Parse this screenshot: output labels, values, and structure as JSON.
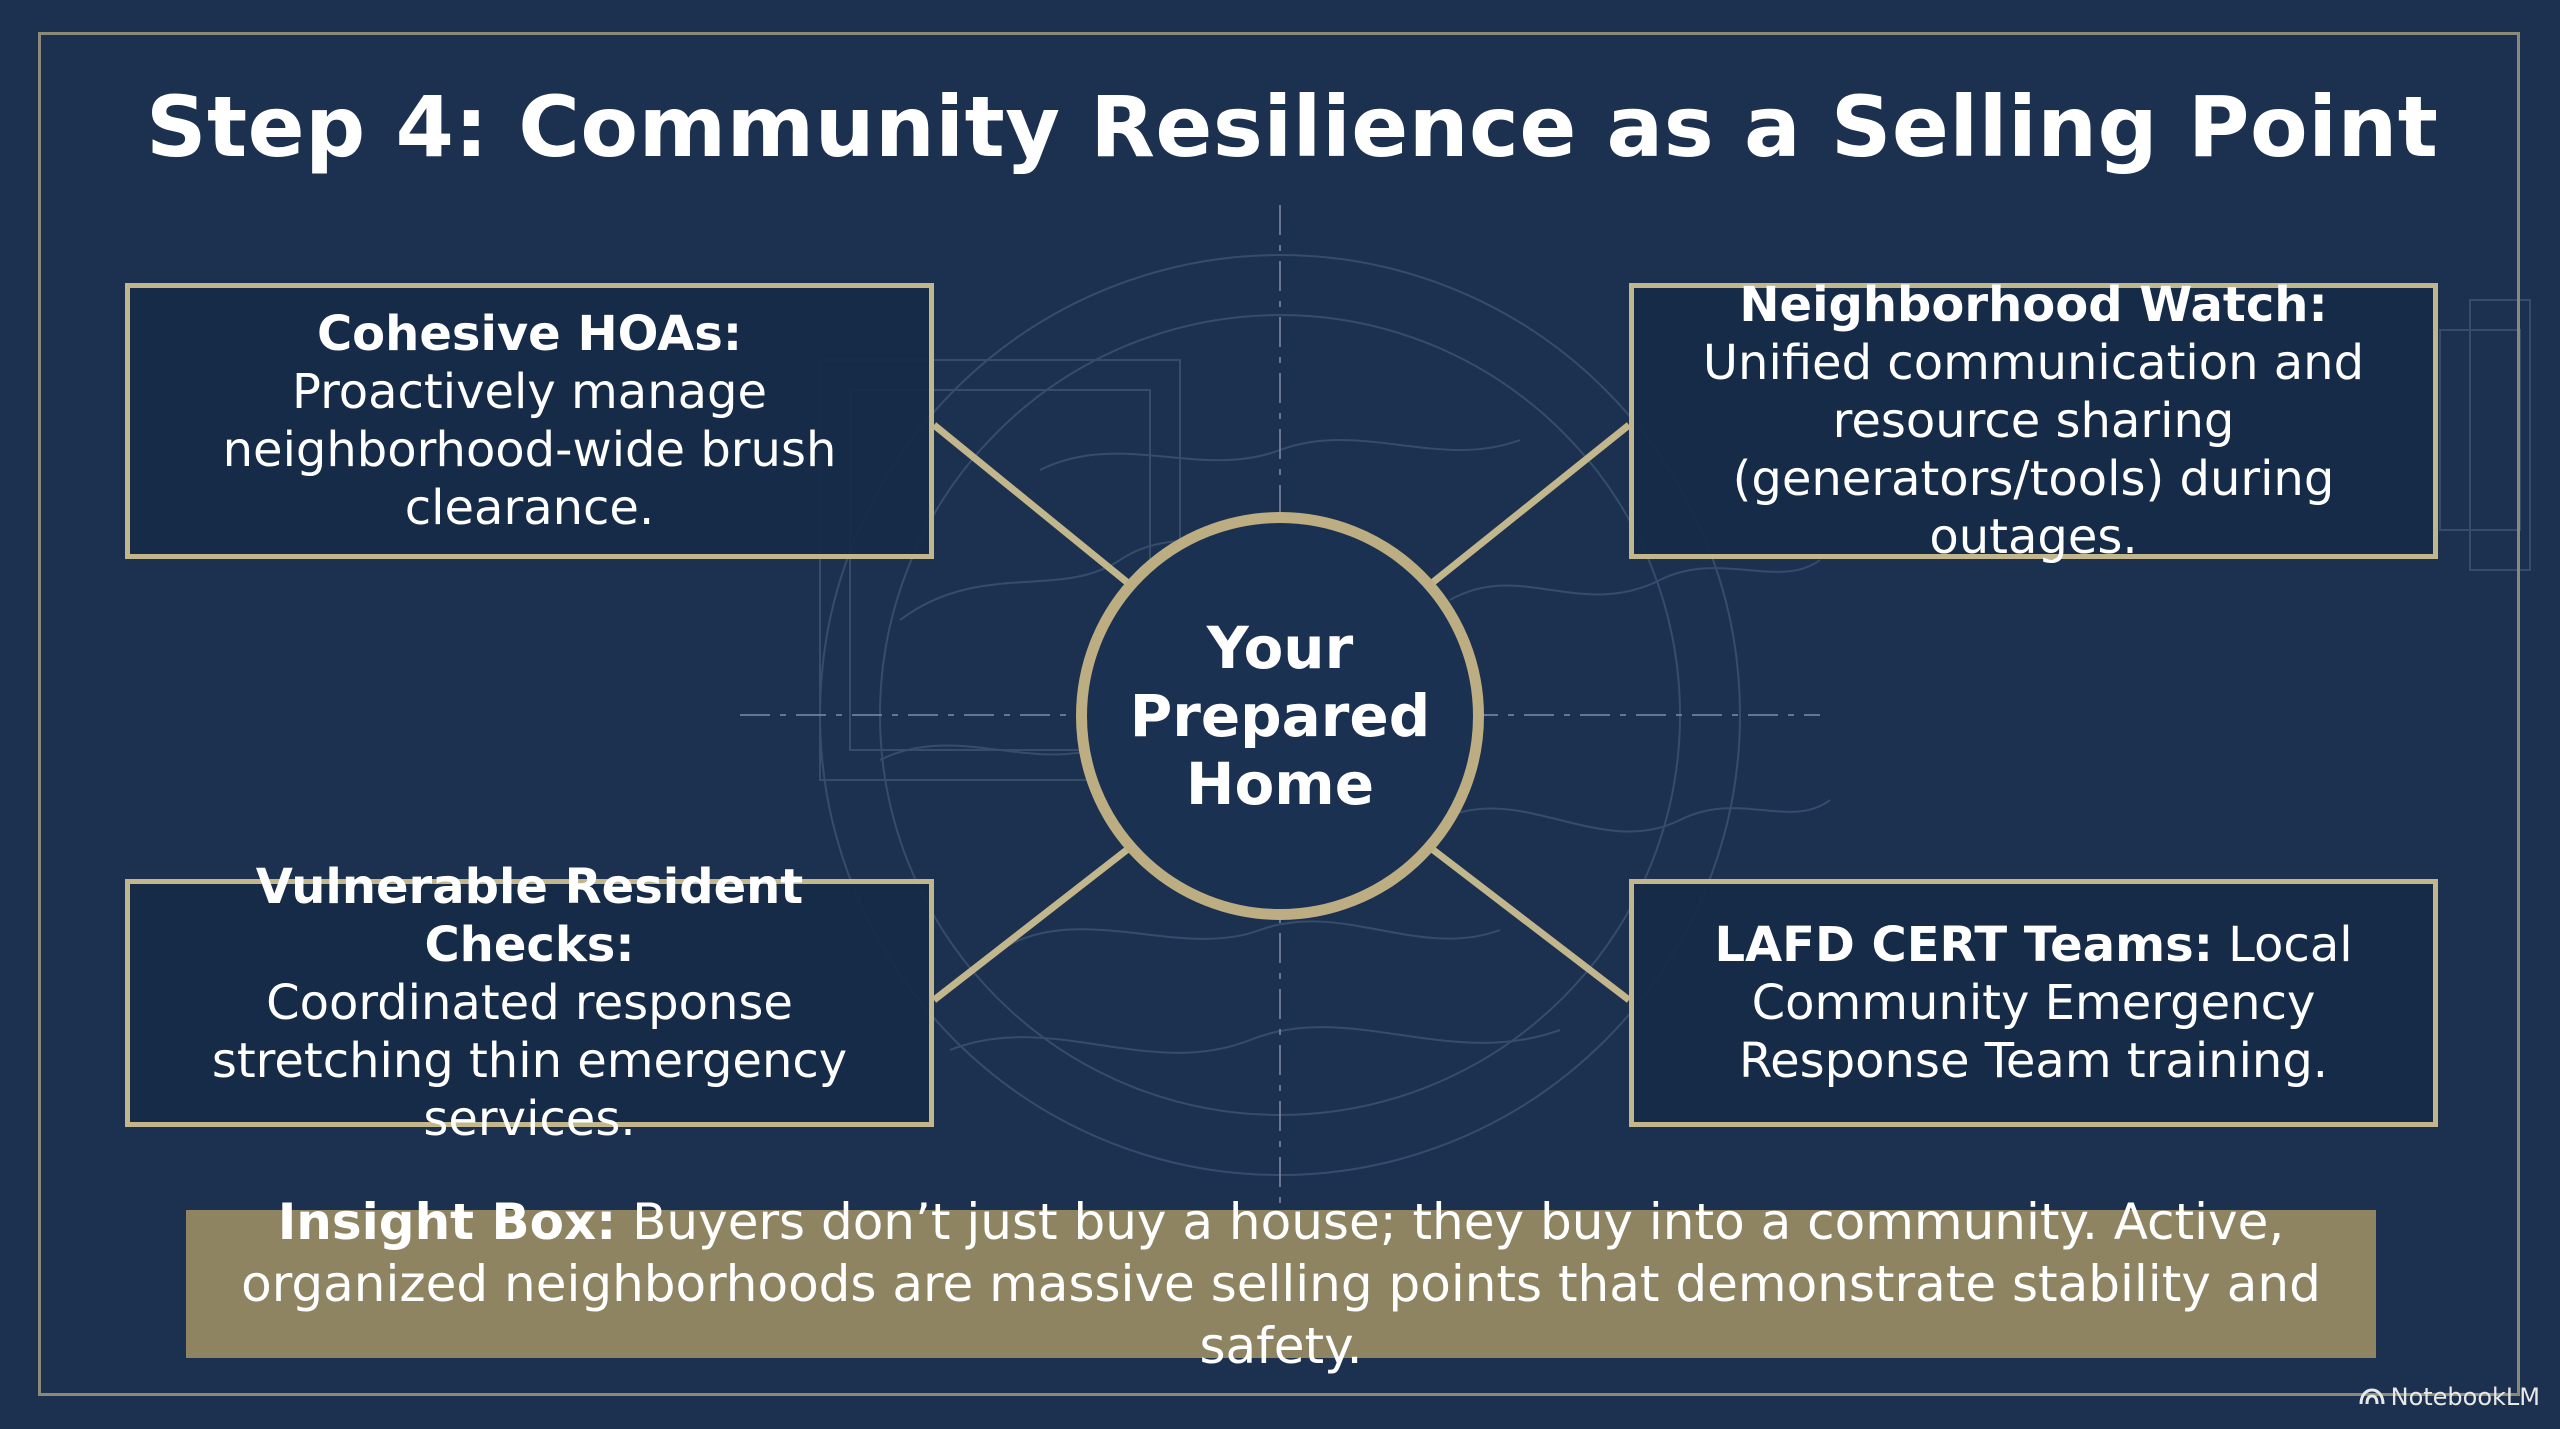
{
  "title": "Step 4: Community Resilience as a Selling Point",
  "hub": {
    "lines": [
      "Your",
      "Prepared",
      "Home"
    ]
  },
  "boxes": {
    "hoa": {
      "heading": "Cohesive HOAs:",
      "body": "Proactively manage neighborhood-wide brush clearance."
    },
    "watch": {
      "heading": "Neighborhood Watch:",
      "body": "Unified communication and resource sharing (generators/tools) during outages."
    },
    "vuln": {
      "heading": "Vulnerable Resident Checks:",
      "body": "Coordinated response stretching thin emergency services."
    },
    "cert": {
      "heading": "LAFD CERT Teams:",
      "body": "Local Community Emergency Response Team training."
    }
  },
  "insight": {
    "heading": "Insight Box:",
    "body": "Buyers don’t just buy a house; they buy into a community. Active, organized neighborhoods are massive selling points that demonstrate stability and safety."
  },
  "brand": {
    "label": "NotebookLM",
    "icon": "notebooklm-logo-icon"
  },
  "colors": {
    "background": "#1c3150",
    "accent": "#c2b68d",
    "insight_fill": "#8e8462"
  }
}
